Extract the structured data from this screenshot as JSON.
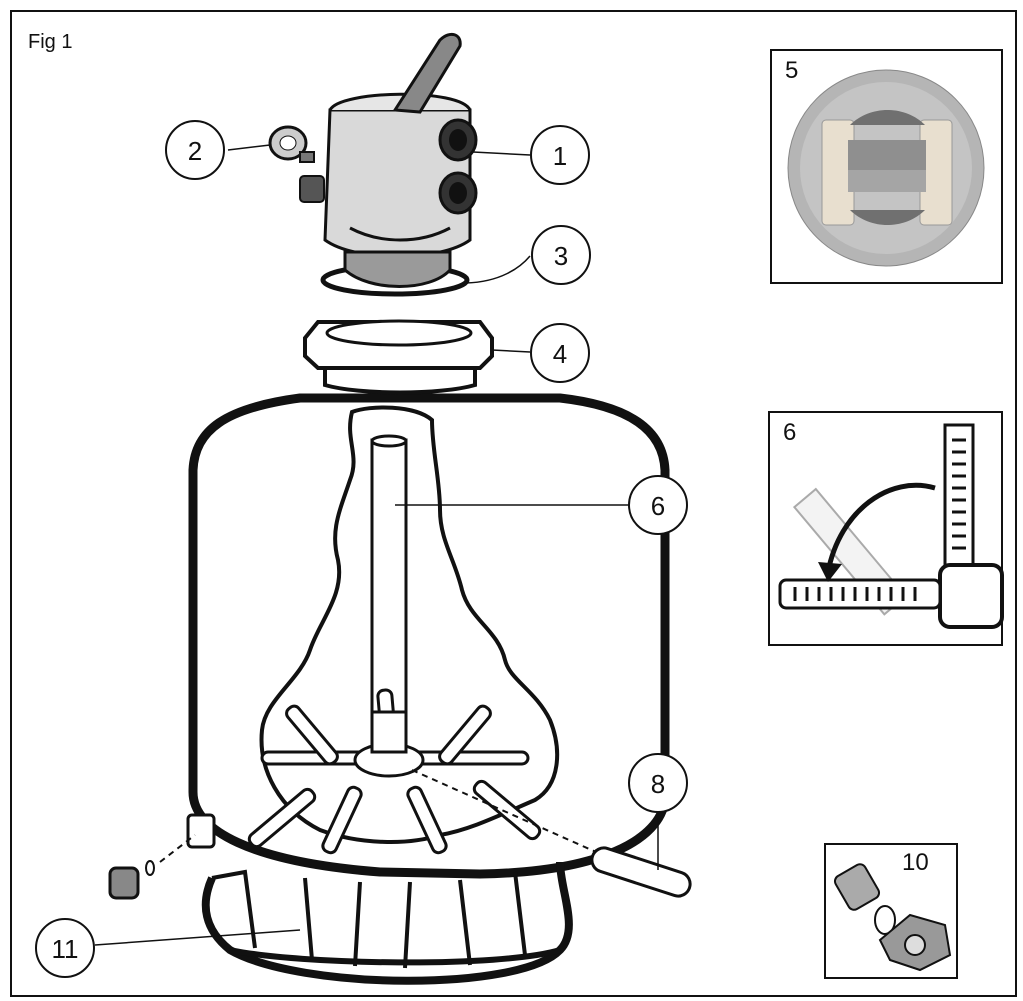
{
  "figure": {
    "title": "Fig 1",
    "callouts": {
      "c1": "1",
      "c2": "2",
      "c3": "3",
      "c4": "4",
      "c6": "6",
      "c8": "8",
      "c11": "11"
    },
    "insets": {
      "i5": "5",
      "i6": "6",
      "i10": "10"
    },
    "colors": {
      "line": "#111111",
      "tank_bg": "#ffffff",
      "inset_photo": "#b5b5b5"
    }
  }
}
